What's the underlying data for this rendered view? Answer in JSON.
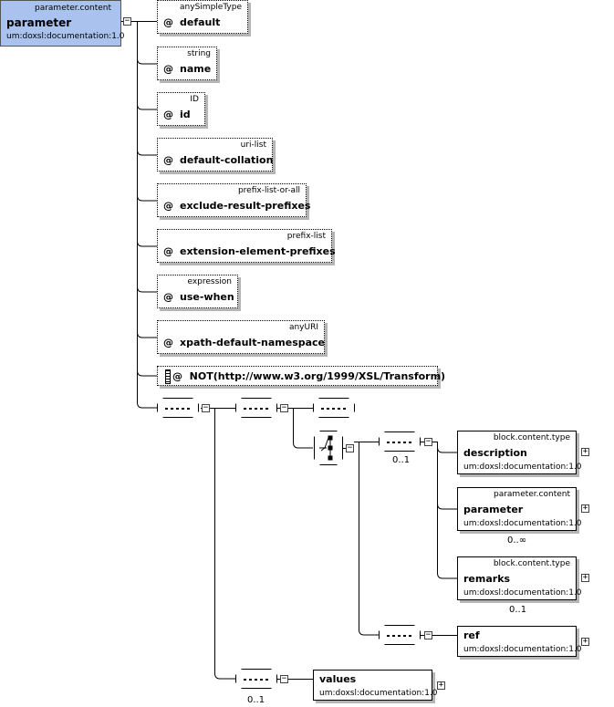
{
  "root": {
    "type": "parameter.content",
    "name": "parameter",
    "ns": "um:doxsl:documentation:1.0"
  },
  "attributes": [
    {
      "type": "anySimpleType",
      "name": "default"
    },
    {
      "type": "string",
      "name": "name"
    },
    {
      "type": "ID",
      "name": "id"
    },
    {
      "type": "uri-list",
      "name": "default-collation"
    },
    {
      "type": "prefix-list-or-all",
      "name": "exclude-result-prefixes"
    },
    {
      "type": "prefix-list",
      "name": "extension-element-prefixes"
    },
    {
      "type": "expression",
      "name": "use-when"
    },
    {
      "type": "anyURI",
      "name": "xpath-default-namespace"
    }
  ],
  "at_symbol": "@",
  "any_attribute": {
    "label": "NOT(http://www.w3.org/1999/XSL/Transform)"
  },
  "elements": {
    "description": {
      "type": "block.content.type",
      "name": "description",
      "ns": "um:doxsl:documentation:1.0",
      "occurs": "0..1"
    },
    "parameter": {
      "type": "parameter.content",
      "name": "parameter",
      "ns": "um:doxsl:documentation:1.0",
      "occurs": "0..∞"
    },
    "remarks": {
      "type": "block.content.type",
      "name": "remarks",
      "ns": "um:doxsl:documentation:1.0",
      "occurs": "0..1"
    },
    "ref": {
      "name": "ref",
      "ns": "um:doxsl:documentation:1.0"
    },
    "values": {
      "name": "values",
      "ns": "um:doxsl:documentation:1.0",
      "occurs": "0..1"
    }
  },
  "toggles": {
    "minus": "−",
    "plus": "+"
  }
}
